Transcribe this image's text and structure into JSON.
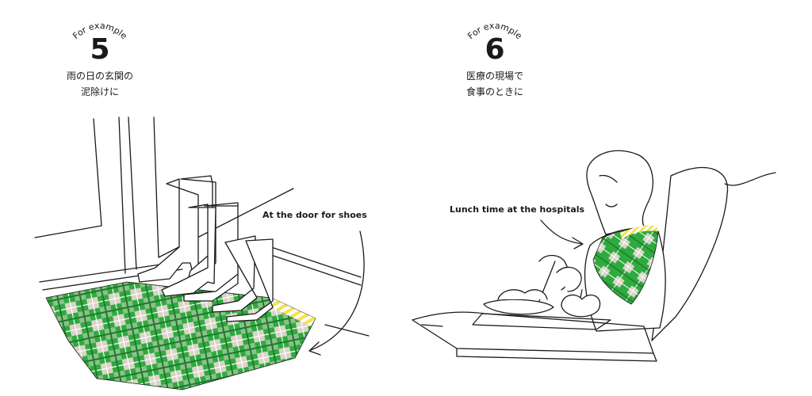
{
  "example_5": {
    "arc_label": "For example",
    "number": "5",
    "caption_line_1": "雨の日の玄関の",
    "caption_line_2": "泥除けに",
    "callout": "At the door for shoes"
  },
  "example_6": {
    "arc_label": "For example",
    "number": "6",
    "caption_line_1": "医療の現場で",
    "caption_line_2": "食事のときに",
    "callout": "Lunch time at the hospitals"
  },
  "colors": {
    "plaid_green": "#2faa3f",
    "plaid_light": "#d9d3c8",
    "stripe_yellow": "#f2e34c",
    "line": "#1a1a1a"
  }
}
